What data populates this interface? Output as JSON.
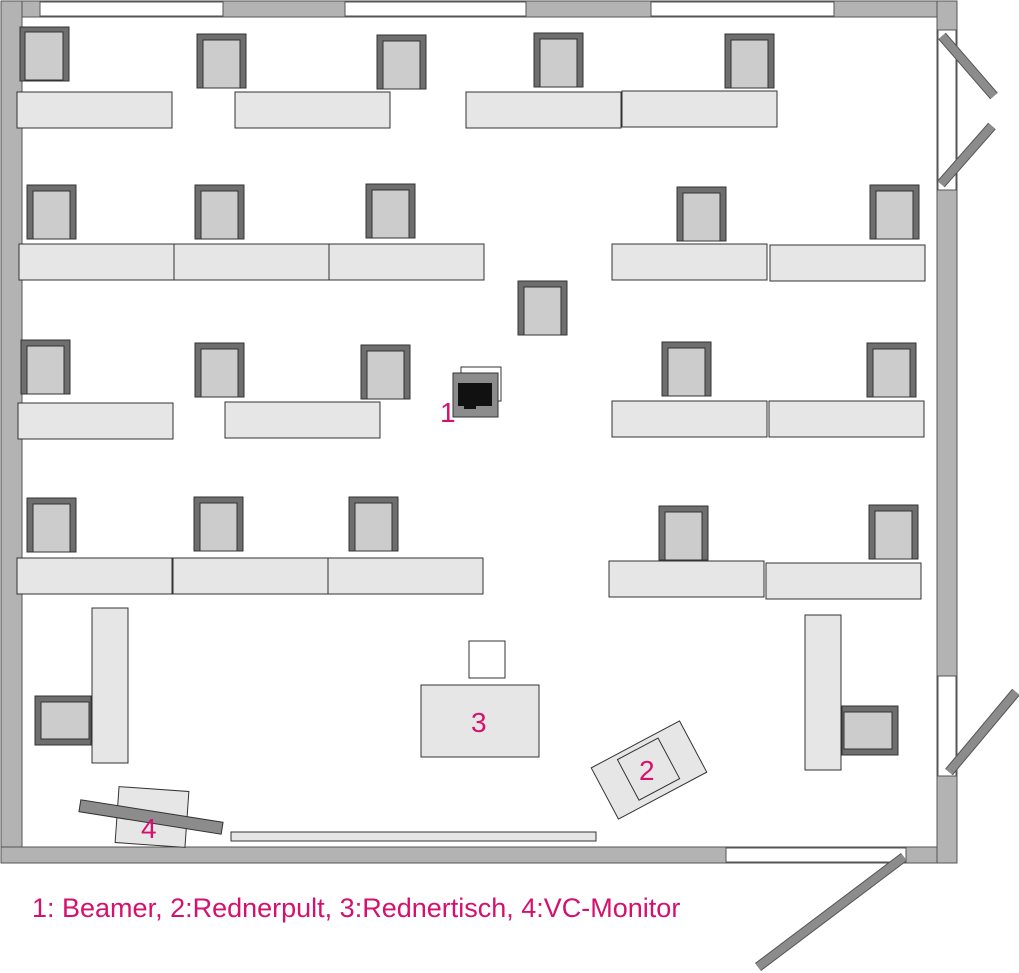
{
  "labels": {
    "beamer": "1",
    "rednerpult": "2",
    "rednertisch": "3",
    "vc_monitor": "4"
  },
  "legend": "1: Beamer, 2:Rednerpult, 3:Rednertisch, 4:VC-Monitor",
  "colors": {
    "label": "#d6106e",
    "wall": "#b3b3b3",
    "desk": "#e6e6e6",
    "chair": "#6e6e6e"
  }
}
